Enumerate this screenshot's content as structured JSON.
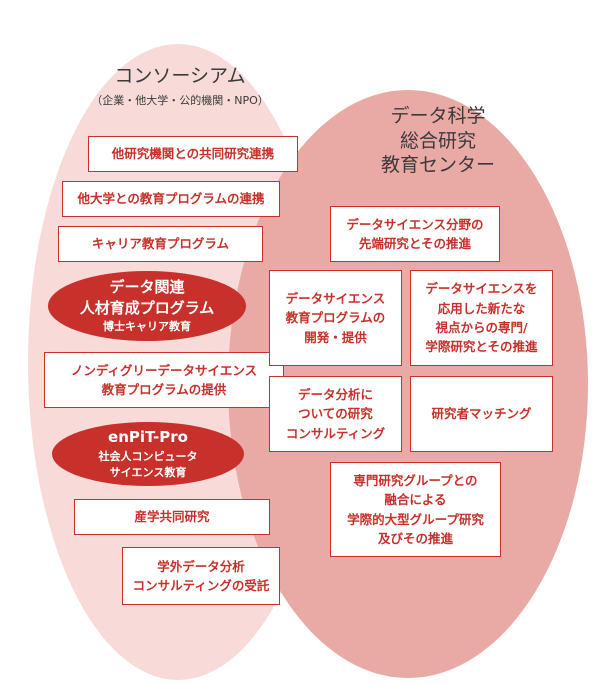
{
  "consortium": {
    "title": "コンソーシアム",
    "subtitle": "（企業・他大学・公的機関・NPO）"
  },
  "center": {
    "title": "データ科学\n総合研究\n教育センター"
  },
  "left_items": [
    "他研究機関との共同研究連携",
    "他大学との教育プログラムの連携",
    "キャリア教育プログラム",
    "ノンディグリーデータサイエンス\n教育プログラムの提供",
    "産学共同研究",
    "学外データ分析\nコンサルティングの受託"
  ],
  "programs": [
    {
      "title": "データ関連\n人材育成プログラム",
      "subtitle": "博士キャリア教育"
    },
    {
      "title": "enPiT-Pro",
      "subtitle": "社会人コンピュータ\nサイエンス教育"
    }
  ],
  "right_items": [
    "データサイエンス分野の\n先端研究とその推進",
    "データサイエンス\n教育プログラムの\n開発・提供",
    "データサイエンスを\n応用した新たな\n視点からの専門/\n学際研究とその推進",
    "データ分析に\nついての研究\nコンサルティング",
    "研究者マッチング",
    "専門研究グループとの\n融合による\n学際的大型グループ研究\n及びその推進"
  ],
  "colors": {
    "accent": "#c8302b",
    "consortium_fill": "#f8dad8",
    "center_fill": "#e9aaa5"
  }
}
